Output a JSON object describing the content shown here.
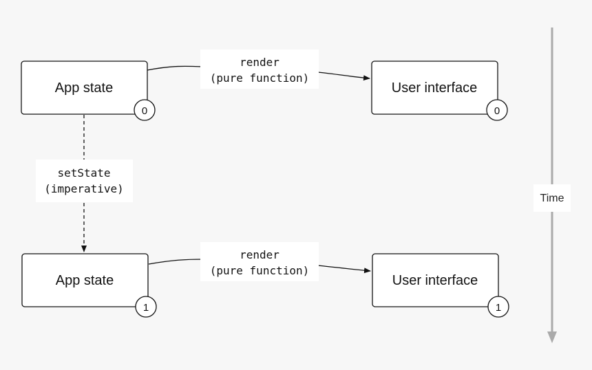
{
  "top_row": {
    "state_box": {
      "label": "App state",
      "badge": "0"
    },
    "render_edge": {
      "line1": "render",
      "line2": "(pure function)"
    },
    "ui_box": {
      "label": "User interface",
      "badge": "0"
    }
  },
  "set_state_edge": {
    "line1": "setState",
    "line2": "(imperative)"
  },
  "bottom_row": {
    "state_box": {
      "label": "App state",
      "badge": "1"
    },
    "render_edge": {
      "line1": "render",
      "line2": "(pure function)"
    },
    "ui_box": {
      "label": "User interface",
      "badge": "1"
    }
  },
  "time_axis": {
    "label": "Time"
  },
  "colors": {
    "background": "#f7f7f7",
    "box_fill": "#ffffff",
    "stroke": "#111111",
    "time_axis": "#aaaaaa"
  }
}
